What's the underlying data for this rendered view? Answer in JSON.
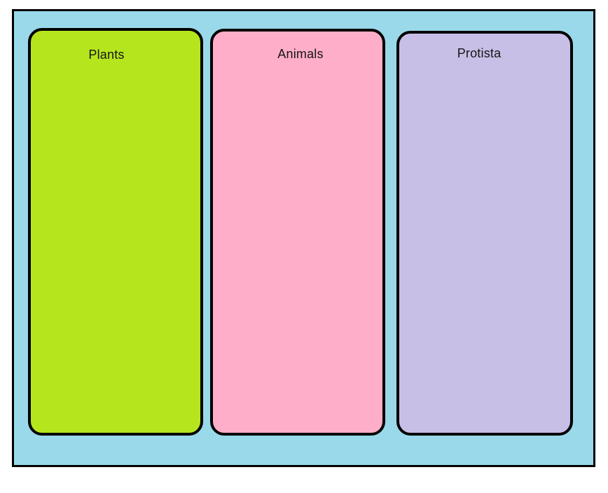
{
  "board": {
    "background": "#99D9EA",
    "border_color": "#000000"
  },
  "columns": [
    {
      "label": "Plants",
      "color": "#B5E61D"
    },
    {
      "label": "Animals",
      "color": "#FFAEC9"
    },
    {
      "label": "Protista",
      "color": "#C8BFE7"
    }
  ]
}
